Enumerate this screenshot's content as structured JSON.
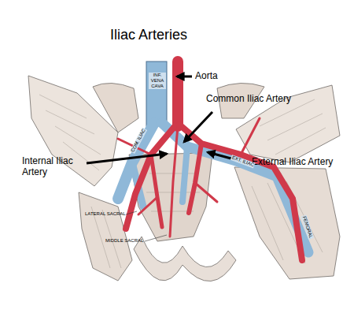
{
  "diagram": {
    "title": "Iliac Arteries",
    "labels": [
      "Aorta",
      "Common Iliac Artery",
      "Internal Iliac Artery",
      "External Iliac Artery",
      "INF. VENA CAVA",
      "COM. ILIAC",
      "EXT. ILIAC",
      "LATERAL SACRAL",
      "MIDDLE SACRAL",
      "FEMORAL"
    ]
  }
}
